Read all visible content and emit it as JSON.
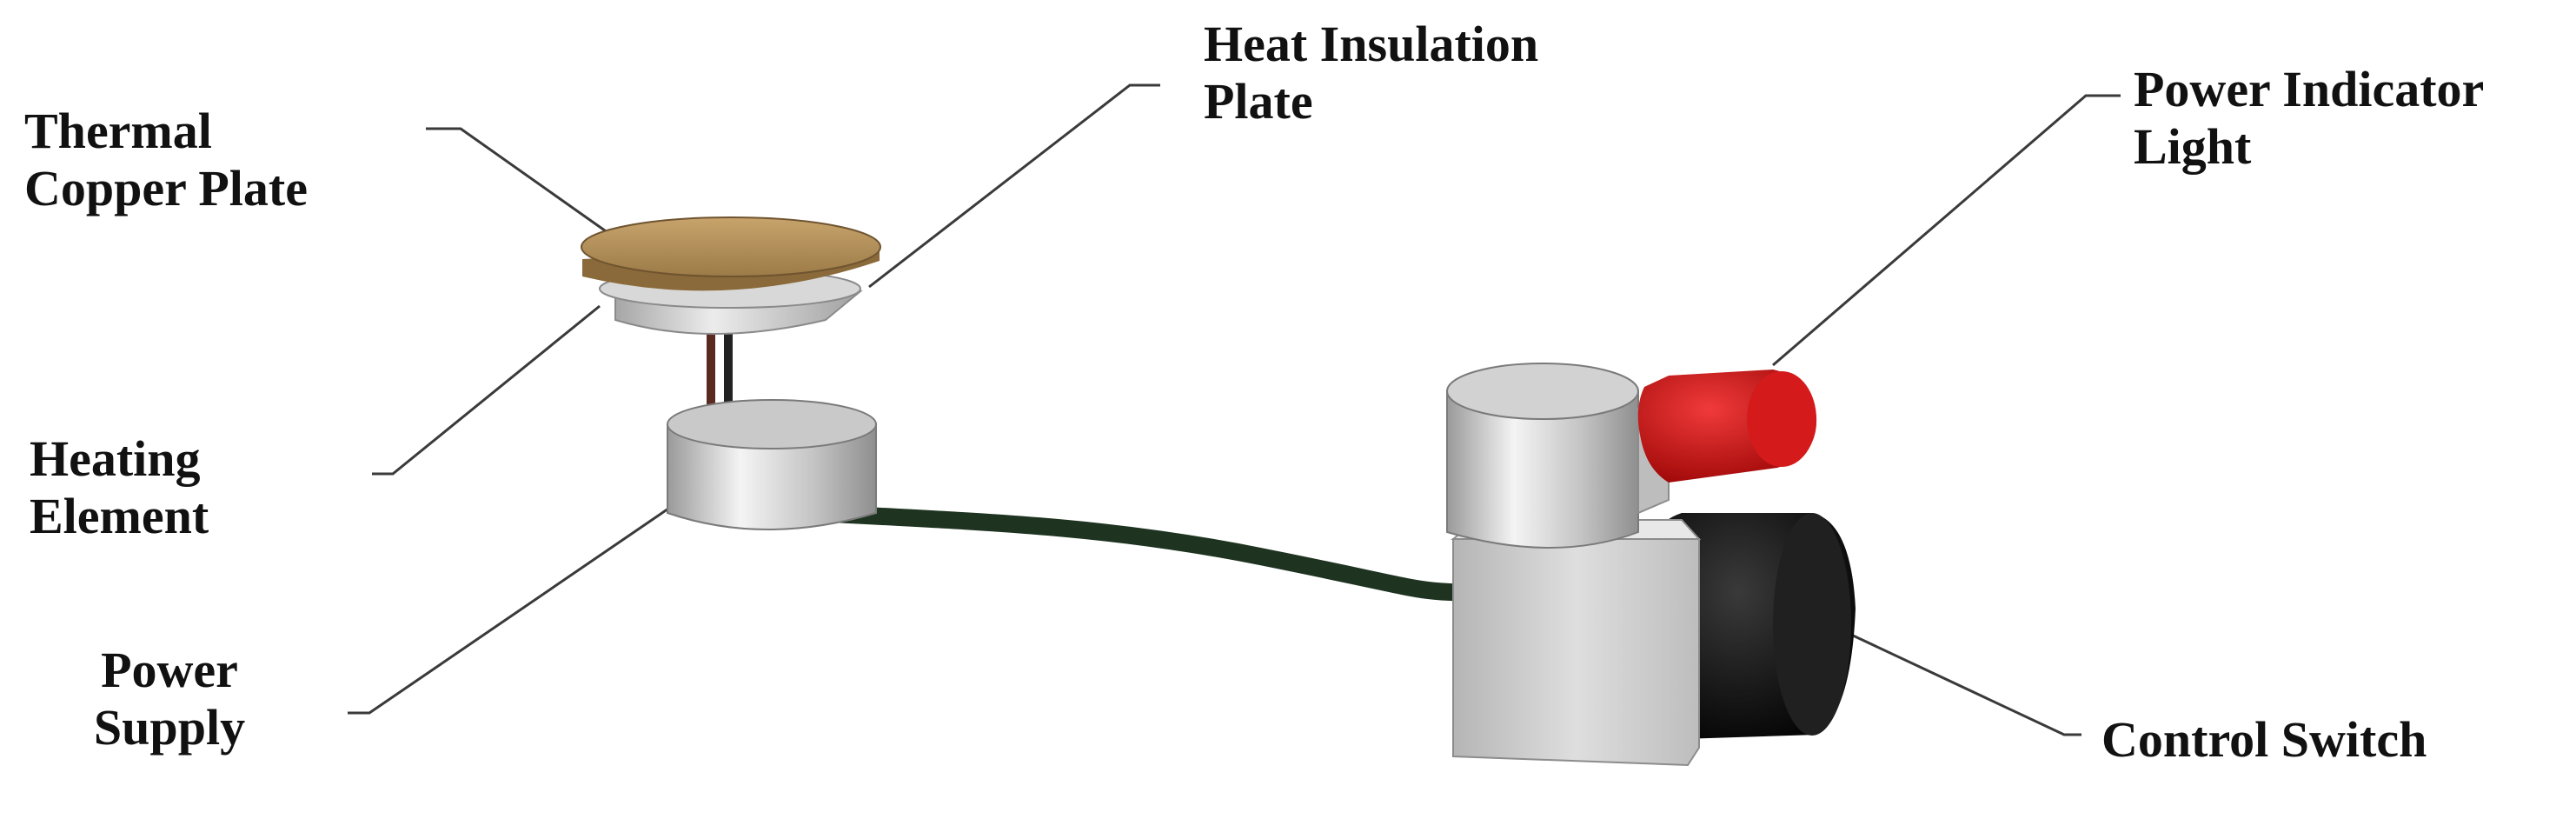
{
  "labels": {
    "thermal_copper_plate": [
      "Thermal",
      "Copper Plate"
    ],
    "heat_insulation_plate": [
      "Heat Insulation",
      "Plate"
    ],
    "power_indicator_light": [
      "Power Indicator",
      "Light"
    ],
    "heating_element": [
      "Heating",
      "Element"
    ],
    "power_supply": [
      "Power",
      "Supply"
    ],
    "control_switch": [
      "Control Switch"
    ]
  },
  "colors": {
    "copper": "#b8955f",
    "indicator_red": "#cc1111",
    "switch_black": "#151515",
    "cable": "#1e3320",
    "body_gray": "#cfcfcf",
    "leader_line": "#3a3a3a"
  }
}
